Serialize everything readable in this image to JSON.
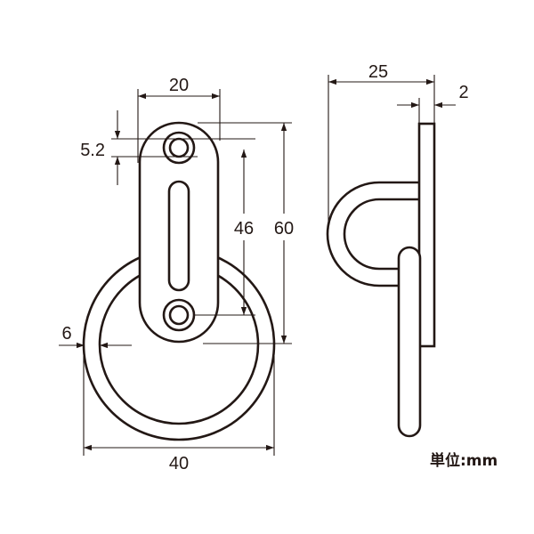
{
  "dimensions": {
    "plate_width": "20",
    "hole_diameter": "5.2",
    "hole_spacing": "46",
    "plate_height": "60",
    "ring_wire": "6",
    "ring_diameter": "40",
    "side_depth": "25",
    "plate_thickness": "2"
  },
  "unit_label": "単位:mm",
  "colors": {
    "line": "#231815",
    "background": "#ffffff"
  }
}
